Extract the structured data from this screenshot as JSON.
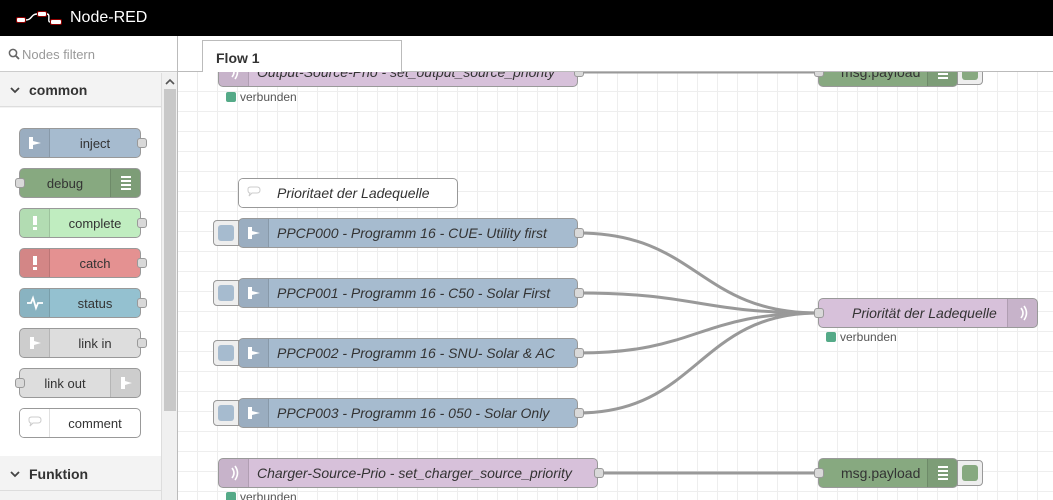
{
  "app": {
    "title": "Node-RED"
  },
  "palette": {
    "search_placeholder": "Nodes filtern",
    "categories": [
      {
        "label": "common"
      },
      {
        "label": "Funktion"
      }
    ],
    "nodes": [
      {
        "label": "inject",
        "color": "#a6bbcf",
        "icon": "inject-arrow-icon"
      },
      {
        "label": "debug",
        "color": "#87a980",
        "icon": "debug-list-icon"
      },
      {
        "label": "complete",
        "color": "#c0edc0",
        "icon": "exclamation-icon"
      },
      {
        "label": "catch",
        "color": "#e49191",
        "icon": "exclamation-icon"
      },
      {
        "label": "status",
        "color": "#94c1d0",
        "icon": "pulse-icon"
      },
      {
        "label": "link in",
        "color": "#dddddd",
        "icon": "link-in-arrow-icon"
      },
      {
        "label": "link out",
        "color": "#dddddd",
        "icon": "link-out-arrow-icon"
      },
      {
        "label": "comment",
        "color": "#ffffff",
        "icon": "speech-bubble-icon"
      }
    ]
  },
  "workspace": {
    "tabs": [
      {
        "label": "Flow 1"
      }
    ],
    "nodes": {
      "output_source": {
        "label": "Output-Source-Prio - set_output_source_priority"
      },
      "msg_payload_top": {
        "label": "msg.payload"
      },
      "comment": {
        "label": "Prioritaet der Ladequelle"
      },
      "inject_0": {
        "label": "PPCP000 - Programm 16 - CUE- Utility first"
      },
      "inject_1": {
        "label": "PPCP001 - Programm 16 - C50 - Solar First"
      },
      "inject_2": {
        "label": "PPCP002 - Programm 16 - SNU- Solar & AC"
      },
      "inject_3": {
        "label": "PPCP003 - Programm 16 - 050 - Solar Only"
      },
      "prio_out": {
        "label": "Priorität der Ladequelle"
      },
      "charger_source": {
        "label": "Charger-Source-Prio - set_charger_source_priority"
      },
      "msg_payload_bottom": {
        "label": "msg.payload"
      }
    },
    "status": {
      "output_source": "verbunden",
      "prio_out": "verbunden",
      "charger_source": "verbunden"
    }
  },
  "colors": {
    "header": "#000000",
    "inject": "#a6bbcf",
    "mqtt": "#d7c1da",
    "debug": "#87a980",
    "status_connected": "#55aa88",
    "wire": "#999999"
  }
}
